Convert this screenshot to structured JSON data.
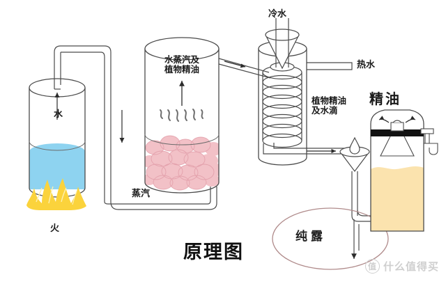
{
  "diagram": {
    "title": "原理图",
    "labels": {
      "water": "水",
      "fire": "火",
      "steam": "蒸汽",
      "vapor_and_oil": "水蒸汽及\n植物精油",
      "cold_water": "冷水",
      "hot_water": "热水",
      "oil_and_droplets": "植物精油\n及水滴",
      "essential_oil": "精油",
      "hydrosol": "纯露"
    },
    "colors": {
      "water_fill": "#8ed3f0",
      "fire_fill": "#fbd33c",
      "petal_fill": "#f4c3c8",
      "oil_fill": "#fbe3ae",
      "outline": "#4a4a4a",
      "hydrosol_outline": "#b08b8b",
      "bottle_band": "#111111",
      "text": "#1a1a1a"
    },
    "icons": {
      "water_vessel": "water-boiler-icon",
      "fire": "flame-icon",
      "plant_vessel": "plant-retort-icon",
      "condenser": "coil-condenser-icon",
      "cone": "cold-water-cone-icon",
      "separator": "separator-funnel-icon",
      "bottle": "essential-oil-bottle-icon",
      "hydrosol_ellipse": "hydrosol-ellipse-icon"
    }
  },
  "watermark": {
    "badge": "值",
    "text": "什么值得买"
  }
}
